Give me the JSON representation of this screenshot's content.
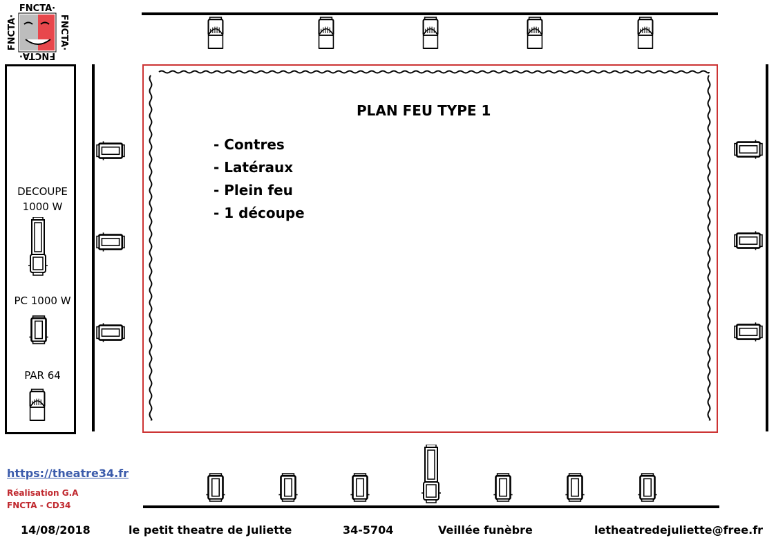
{
  "logo": {
    "text": "FNCTA·"
  },
  "legend": {
    "items": [
      {
        "label_line1": "DECOUPE",
        "label_line2": "1000 W",
        "icon": "profile-spotlight-icon"
      },
      {
        "label_line1": "PC 1000 W",
        "label_line2": "",
        "icon": "pc-spotlight-icon"
      },
      {
        "label_line1": "PAR 64",
        "label_line2": "",
        "icon": "par-can-icon"
      }
    ]
  },
  "plan": {
    "title": "PLAN FEU TYPE  1",
    "items": [
      "- Contres",
      "- Latéraux",
      "- Plein feu",
      "- 1 découpe"
    ]
  },
  "credits": {
    "link": "https://theatre34.fr",
    "author": "Réalisation G.A",
    "org": "FNCTA - CD34"
  },
  "footer": {
    "date": "14/08/2018",
    "company": "le petit theatre de Juliette",
    "code": "34-5704",
    "show": "Veillée funèbre",
    "email": "letheatredejuliette@free.fr"
  },
  "colors": {
    "stage_border": "#cc3333",
    "link": "#3b5bab",
    "credit_text": "#c0282e",
    "logo_red": "#e8474c"
  },
  "rig": {
    "top_bar": {
      "fixture_type": "par-can-icon",
      "count": 5
    },
    "left_side": {
      "fixture_type": "pc-spotlight-icon",
      "count": 3
    },
    "right_side": {
      "fixture_type": "pc-spotlight-icon",
      "count": 3
    },
    "bottom_bar": {
      "fixtures": [
        "pc-spotlight-icon",
        "pc-spotlight-icon",
        "pc-spotlight-icon",
        "profile-spotlight-icon",
        "pc-spotlight-icon",
        "pc-spotlight-icon",
        "pc-spotlight-icon"
      ]
    }
  }
}
